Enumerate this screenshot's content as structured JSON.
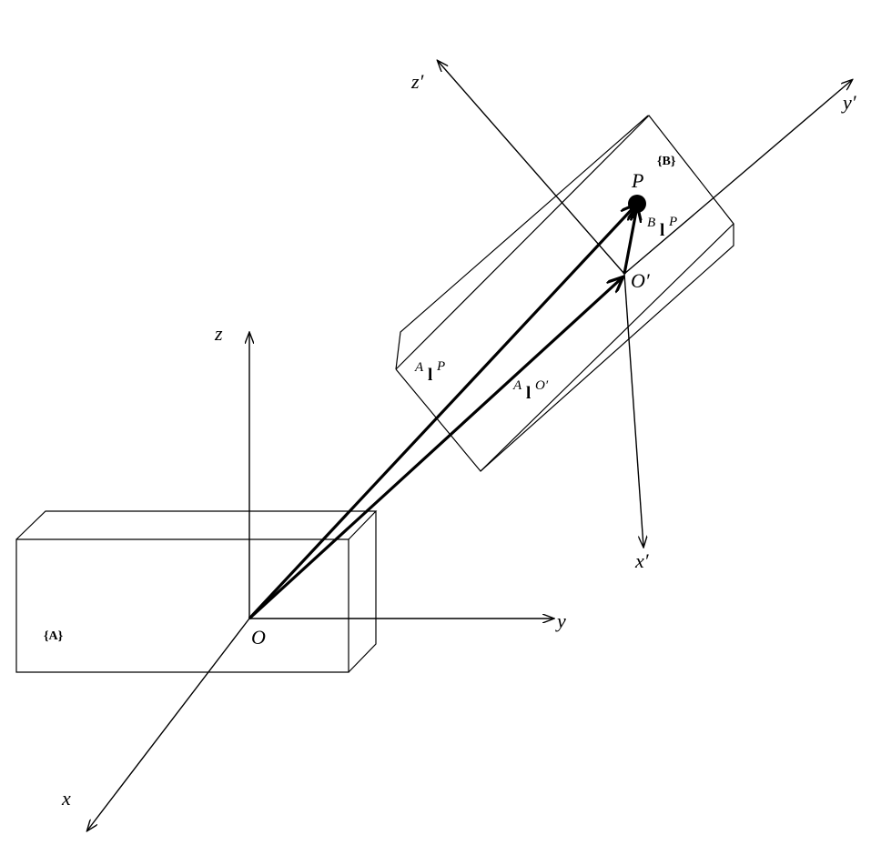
{
  "frame_a": {
    "name": "{A}",
    "origin": "O",
    "axis_x": "x",
    "axis_y": "y",
    "axis_z": "z"
  },
  "frame_b": {
    "name": "{B}",
    "origin": "O′",
    "axis_x": "x′",
    "axis_y": "y′",
    "axis_z": "z′"
  },
  "point": {
    "label": "P"
  },
  "vectors": {
    "a_p": {
      "sup": "A",
      "sym": "l",
      "sub": "P"
    },
    "a_o": {
      "sup": "A",
      "sym": "l",
      "sub": "O′"
    },
    "b_p": {
      "sup": "B",
      "sym": "l",
      "sub": "P"
    }
  },
  "colors": {
    "ink": "#000000",
    "background": "#ffffff"
  }
}
